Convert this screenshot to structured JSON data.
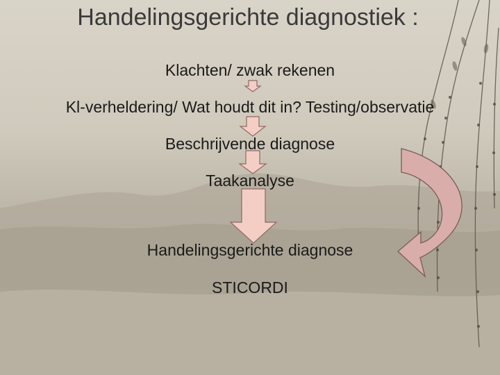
{
  "slide": {
    "title": "Handelingsgerichte diagnostiek :",
    "steps": [
      "Klachten/ zwak rekenen",
      "Kl-verheldering/ Wat houdt dit in? Testing/observatie",
      "Beschrijvende diagnose",
      "Taakanalyse",
      "Handelingsgerichte diagnose",
      "STICORDI"
    ]
  },
  "colors": {
    "arrow_fill": "#f4cdc5",
    "arrow_stroke": "#8c6a63",
    "curved_arrow_fill": "#d9aeaa",
    "background": "#d2cdbf"
  },
  "icons": [
    "down-arrow-icon",
    "curved-return-arrow-icon"
  ]
}
